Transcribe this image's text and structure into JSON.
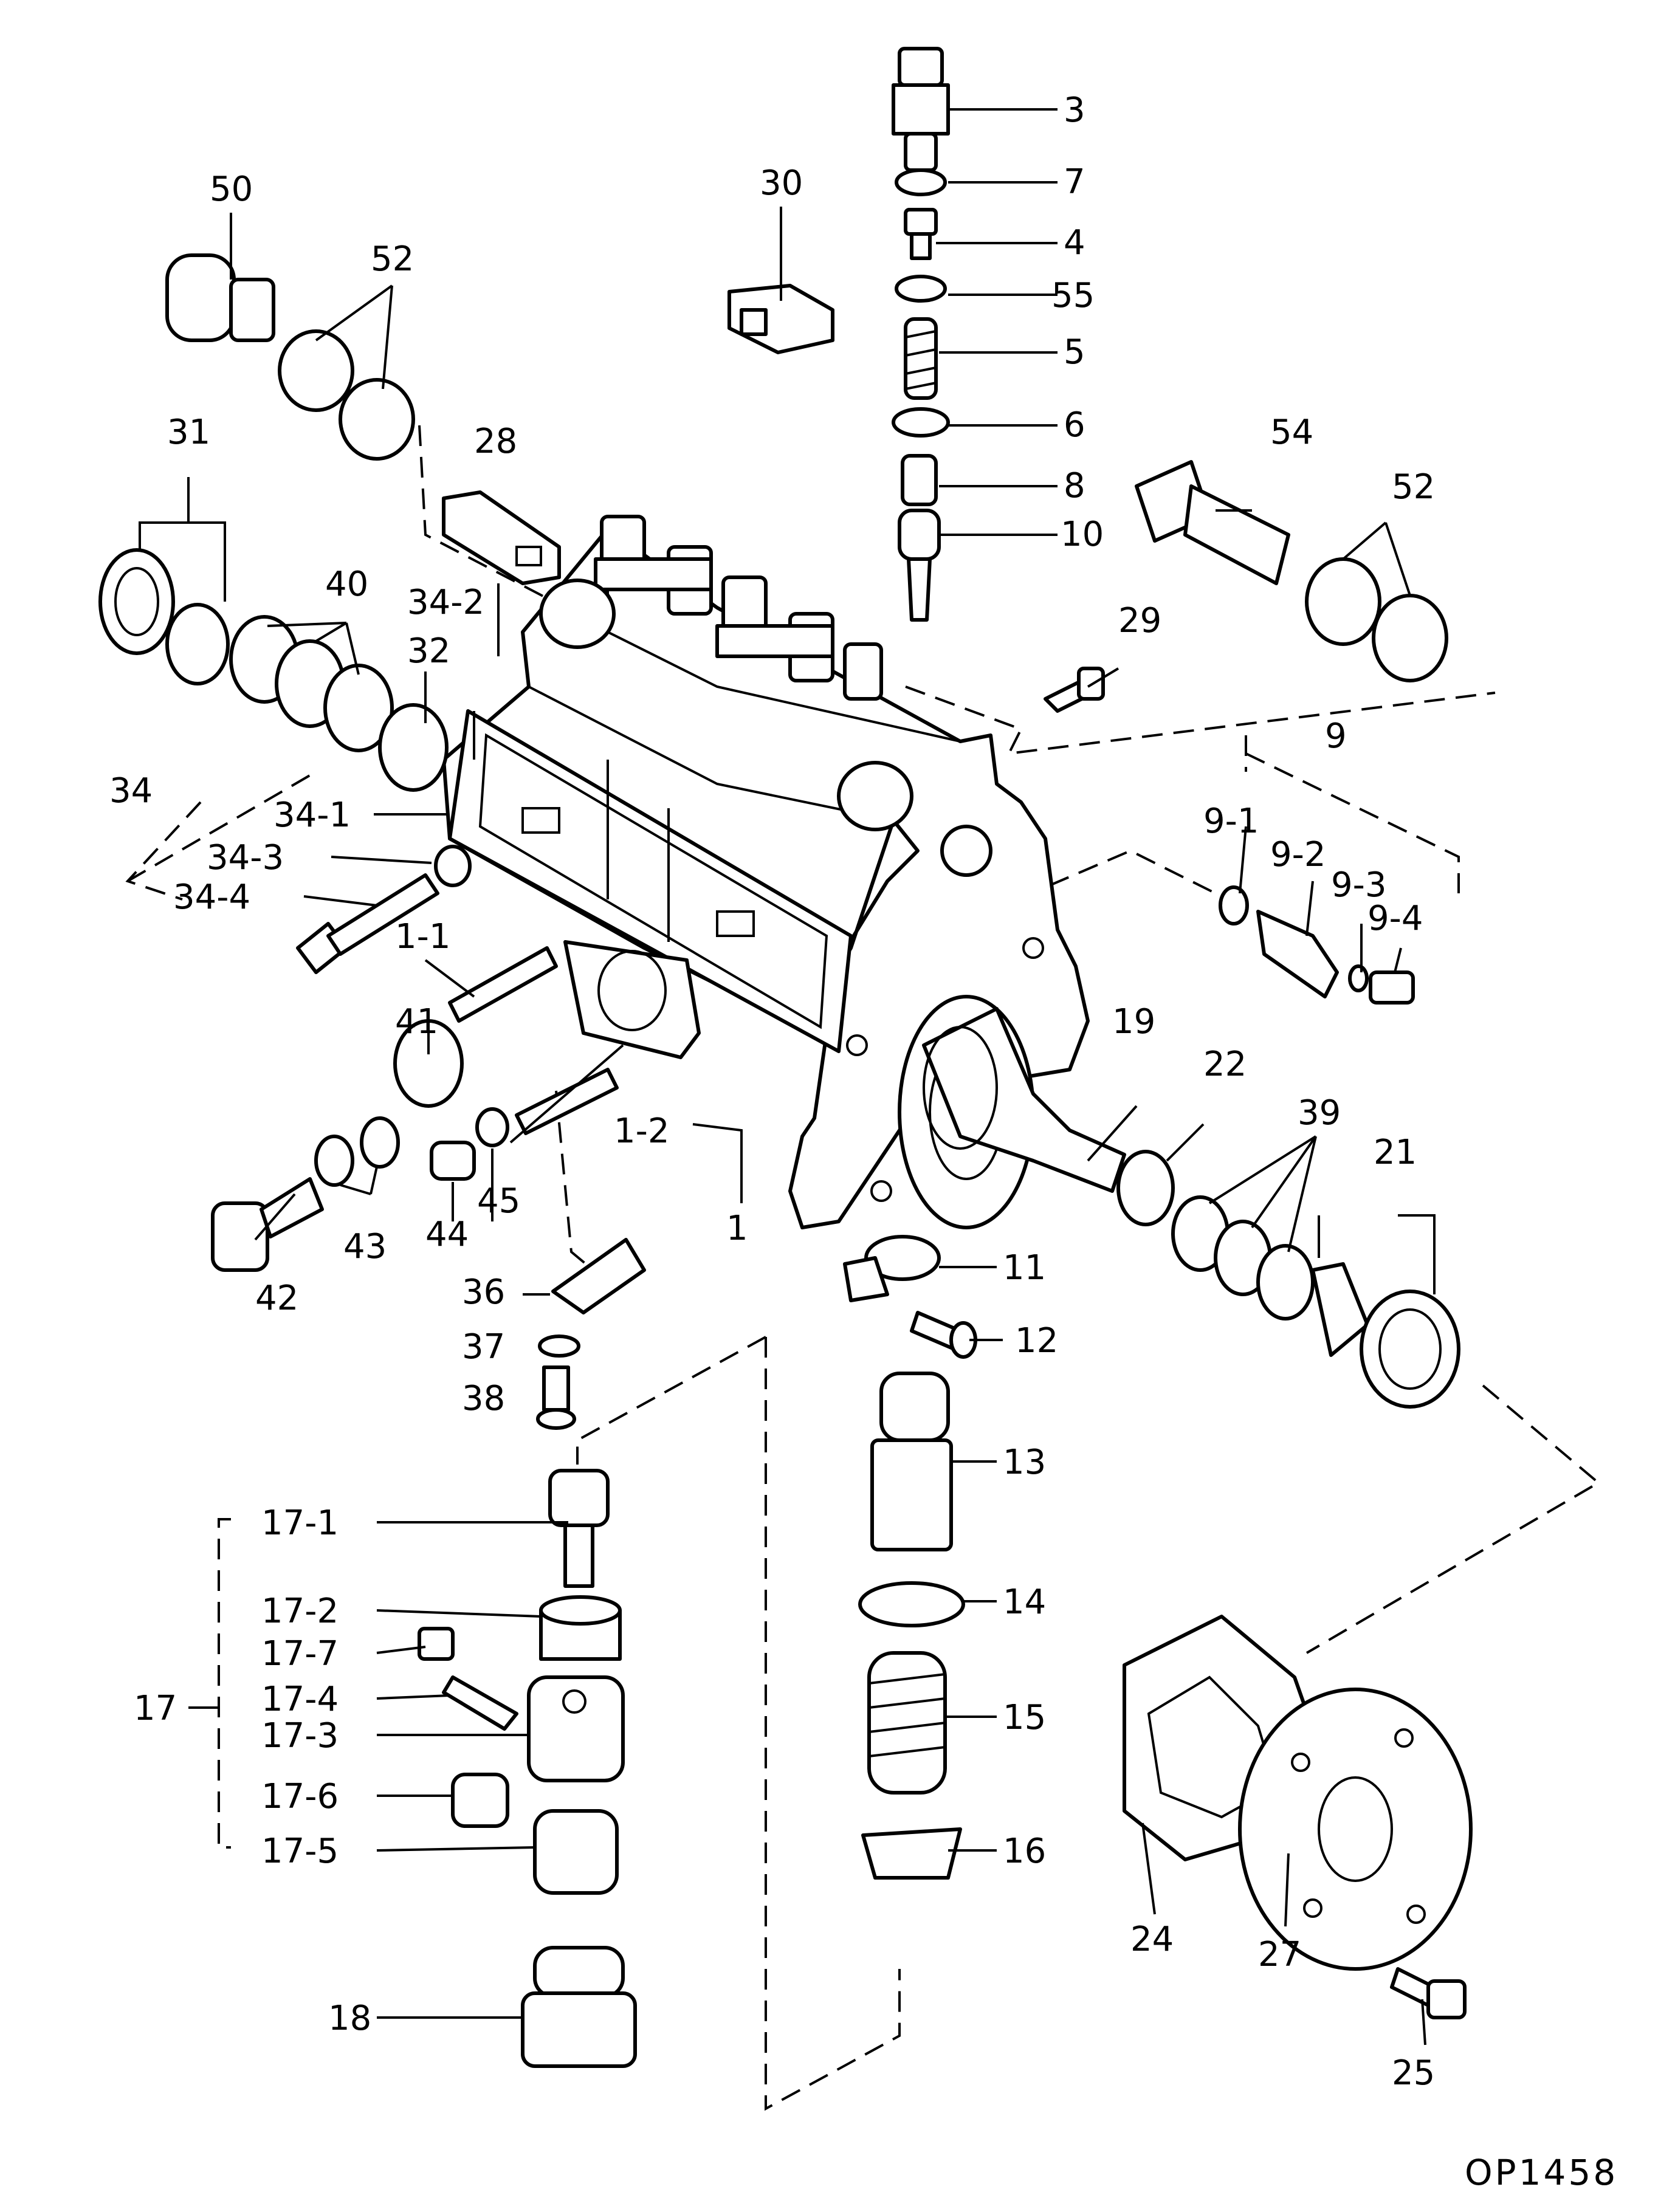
{
  "diagram": {
    "drawing_code": "OP1458",
    "labels": {
      "1": "1",
      "1_1": "1-1",
      "1_2": "1-2",
      "3": "3",
      "4": "4",
      "5": "5",
      "6": "6",
      "7": "7",
      "8": "8",
      "9": "9",
      "9_1": "9-1",
      "9_2": "9-2",
      "9_3": "9-3",
      "9_4": "9-4",
      "10": "10",
      "11": "11",
      "12": "12",
      "13": "13",
      "14": "14",
      "15": "15",
      "16": "16",
      "17": "17",
      "17_1": "17-1",
      "17_2": "17-2",
      "17_3": "17-3",
      "17_4": "17-4",
      "17_5": "17-5",
      "17_6": "17-6",
      "17_7": "17-7",
      "18": "18",
      "19": "19",
      "21": "21",
      "22": "22",
      "24": "24",
      "25": "25",
      "27": "27",
      "28": "28",
      "29": "29",
      "30": "30",
      "31": "31",
      "32": "32",
      "34": "34",
      "34_1": "34-1",
      "34_2": "34-2",
      "34_3": "34-3",
      "34_4": "34-4",
      "36": "36",
      "37": "37",
      "38": "38",
      "39": "39",
      "40": "40",
      "41": "41",
      "42": "42",
      "43": "43",
      "44": "44",
      "45": "45",
      "50": "50",
      "52a": "52",
      "52b": "52",
      "54": "54",
      "55": "55"
    }
  }
}
